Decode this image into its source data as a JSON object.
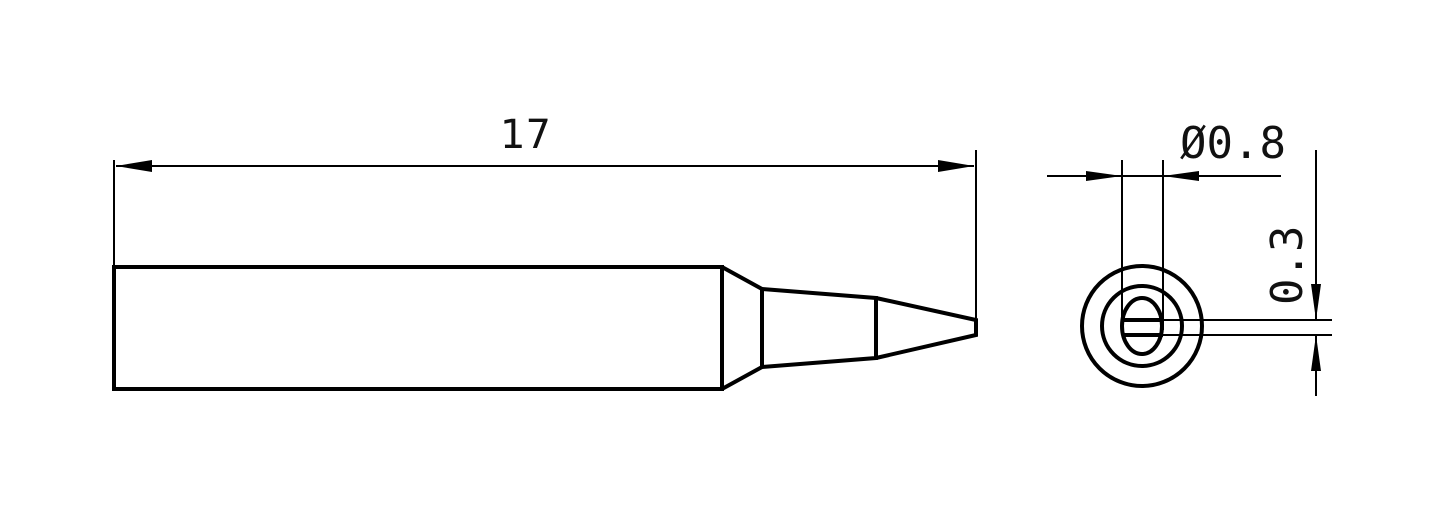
{
  "drawing": {
    "type": "technical-drawing",
    "subject": "soldering tip",
    "side_view": {
      "length_dimension": "17"
    },
    "end_view": {
      "diameter_dimension": "Ø0.8",
      "thickness_dimension": "0.3"
    },
    "colors": {
      "line": "#000000",
      "background": "#ffffff"
    }
  }
}
